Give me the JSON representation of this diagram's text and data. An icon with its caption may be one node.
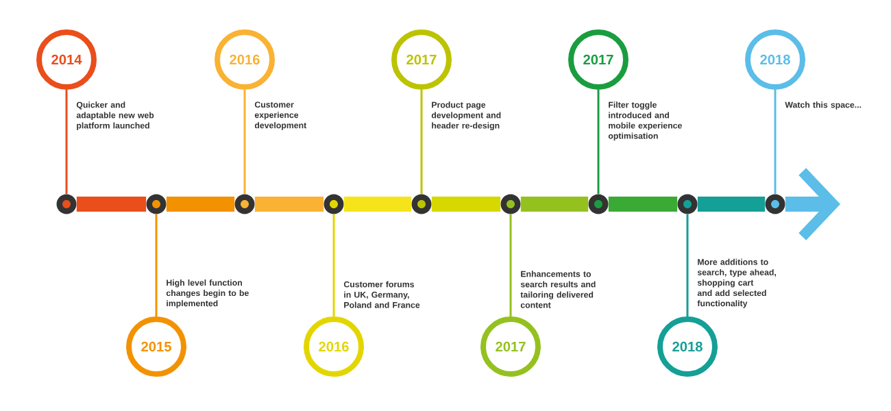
{
  "diagram": {
    "nodes": [
      {
        "text": [
          "2014"
        ],
        "beside": [
          "Quicker and adaptable new web platform launched"
        ]
      },
      {
        "text": [
          "2015"
        ],
        "beside": [
          "High level function changes begin to be implemented"
        ]
      },
      {
        "text": [
          "2016"
        ],
        "beside": [
          "Customer experience development"
        ]
      },
      {
        "text": [
          "2016"
        ],
        "beside": [
          "Customer forums in UK, Germany, Poland and France"
        ]
      },
      {
        "text": [
          "2017"
        ],
        "beside": [
          "Product page development and header re-design"
        ]
      },
      {
        "text": [
          "2017"
        ],
        "beside": [
          "Enhancements to search results and tailoring delivered content"
        ]
      },
      {
        "text": [
          "2017"
        ],
        "beside": [
          "Filter toggle introduced and mobile experience optimisation"
        ]
      },
      {
        "text": [
          "2018"
        ],
        "beside": [
          "More additions to search, type ahead, shopping cart and add selected functionality"
        ]
      },
      {
        "text": [
          "2018"
        ],
        "beside": [
          "Watch this space..."
        ]
      },
      {
        "text": [],
        "shape": "circle"
      },
      {
        "text": [],
        "shape": "circle"
      },
      {
        "text": [],
        "shape": "circle"
      },
      {
        "text": [],
        "shape": "circle"
      },
      {
        "text": [],
        "shape": "circle"
      },
      {
        "text": [],
        "shape": "circle"
      },
      {
        "text": [],
        "shape": "circle"
      },
      {
        "text": [],
        "shape": "circle"
      },
      {
        "text": [],
        "shape": "circle"
      }
    ],
    "edges": [
      {
        "from": 9,
        "to": 0,
        "arrow": "none",
        "color": "#e94e1b"
      },
      {
        "from": 10,
        "to": 1,
        "arrow": "none",
        "color": "#f39200"
      },
      {
        "from": 11,
        "to": 2,
        "arrow": "none",
        "color": "#f9b233"
      },
      {
        "from": 12,
        "to": 3,
        "arrow": "none",
        "color": "#e3d600"
      },
      {
        "from": 13,
        "to": 4,
        "arrow": "none",
        "color": "#bcc300"
      },
      {
        "from": 14,
        "to": 5,
        "arrow": "none",
        "color": "#95c11f"
      },
      {
        "from": 15,
        "to": 6,
        "arrow": "none",
        "color": "#1a9d3f"
      },
      {
        "from": 16,
        "to": 7,
        "arrow": "none",
        "color": "#149f97"
      },
      {
        "from": 17,
        "to": 8,
        "arrow": "none",
        "color": "#5bbde8"
      },
      {
        "from": 9,
        "to": 10,
        "arrow": "none",
        "style": "thick",
        "color": "#e94e1b"
      },
      {
        "from": 10,
        "to": 11,
        "arrow": "none",
        "style": "thick",
        "color": "#f39200"
      },
      {
        "from": 11,
        "to": 12,
        "arrow": "none",
        "style": "thick",
        "color": "#f9b233"
      },
      {
        "from": 12,
        "to": 13,
        "arrow": "none",
        "style": "thick",
        "color": "#f6e41b"
      },
      {
        "from": 13,
        "to": 14,
        "arrow": "none",
        "style": "thick",
        "color": "#d7d800"
      },
      {
        "from": 14,
        "to": 15,
        "arrow": "none",
        "style": "thick",
        "color": "#95c11f"
      },
      {
        "from": 15,
        "to": 16,
        "arrow": "none",
        "style": "thick",
        "color": "#3aaa35"
      },
      {
        "from": 16,
        "to": 17,
        "arrow": "none",
        "style": "thick",
        "color": "#149f97"
      },
      {
        "from": 17,
        "to": null,
        "arrow": "to",
        "style": "thick",
        "color": "#5bbde8"
      }
    ]
  }
}
